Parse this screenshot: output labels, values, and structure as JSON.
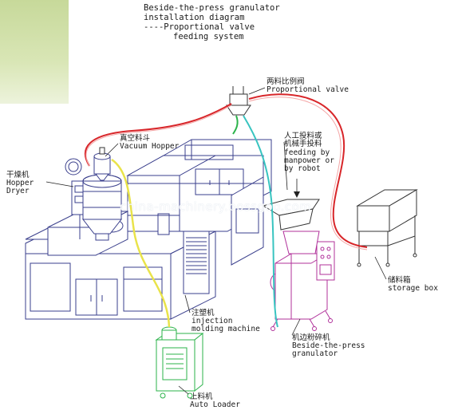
{
  "title": {
    "line1": "Beside-the-press granulator",
    "line2": "installation diagram",
    "line3": "----Proportional valve",
    "line4": "feeding system"
  },
  "labels": {
    "valve_cn": "两料比例阀",
    "valve_en": "Proportional valve",
    "vacuum_cn": "真空料斗",
    "vacuum_en": "Vacuum Hopper",
    "dryer_cn": "干燥机",
    "dryer_en1": "Hopper",
    "dryer_en2": "Dryer",
    "feed_cn1": "人工投料或",
    "feed_cn2": "机械手投料",
    "feed_en1": "feeding by",
    "feed_en2": "manpower or",
    "feed_en3": "by robot",
    "storage_cn": "储料箱",
    "storage_en": "storage box",
    "machine_cn": "注塑机",
    "machine_en1": "injection",
    "machine_en2": "molding machine",
    "granulator_cn": "机边粉碎机",
    "granulator_en1": "Beside-the-press",
    "granulator_en2": "granulator",
    "loader_cn": "上料机",
    "loader_en": "Auto Loader"
  },
  "watermark": "china-machinery.bossgoo.com",
  "colors": {
    "machine_line": "#3a3f8c",
    "loader": "#2bb34a",
    "granulator": "#b0309a",
    "pipe_red": "#d8262a",
    "pipe_cyan": "#38c4c0",
    "pipe_yellow": "#e9e34a",
    "corner_bg": "#d2e2a8"
  }
}
